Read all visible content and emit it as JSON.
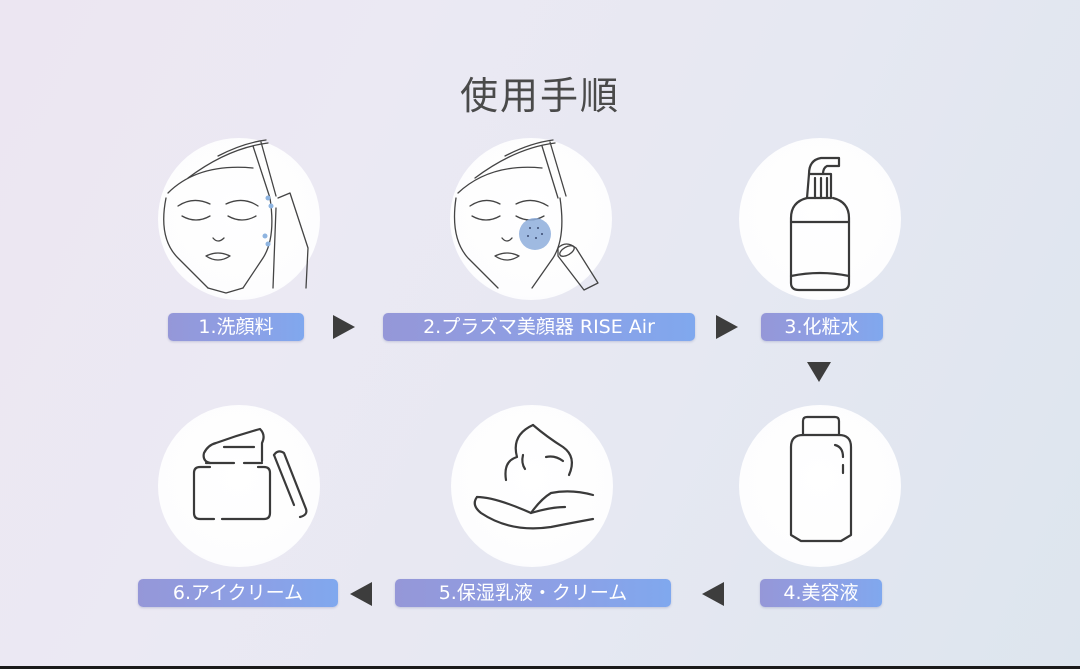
{
  "title": "使用手順",
  "steps": [
    {
      "label": "1.洗顔料",
      "icon": "face-washing-icon"
    },
    {
      "label": "2.プラズマ美顔器 RISE Air",
      "icon": "plasma-device-face-icon"
    },
    {
      "label": "3.化粧水",
      "icon": "pump-bottle-icon"
    },
    {
      "label": "4.美容液",
      "icon": "serum-bottle-icon"
    },
    {
      "label": "5.保湿乳液・クリーム",
      "icon": "cream-on-hand-icon"
    },
    {
      "label": "6.アイクリーム",
      "icon": "cream-jar-icon"
    }
  ],
  "colors": {
    "label_start": "#9597d8",
    "label_end": "#80a8ee",
    "arrow": "#3d3d3d",
    "title": "#4a4a4a",
    "plasma_dot": "#8eaedc"
  }
}
